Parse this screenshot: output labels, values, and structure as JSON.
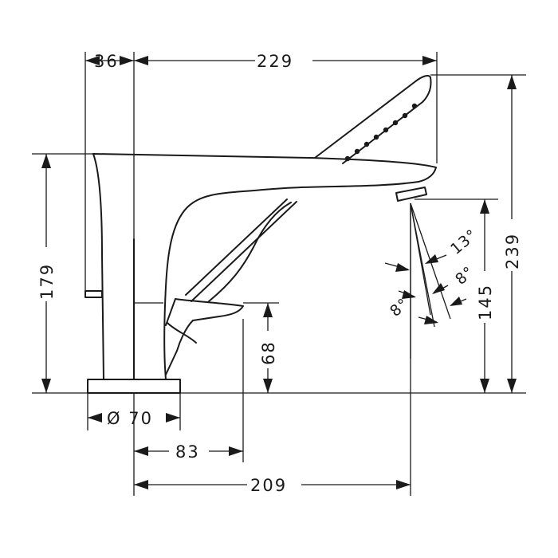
{
  "dimensions": {
    "top_left_offset": "36",
    "top_width": "229",
    "body_height": "179",
    "total_height": "239",
    "spout_height": "145",
    "lever_height": "68",
    "base_diameter": "Ø 70",
    "lever_reach": "83",
    "spout_reach": "209"
  },
  "angles": {
    "outer": "13°",
    "middle": "8°",
    "inner": "8°"
  }
}
